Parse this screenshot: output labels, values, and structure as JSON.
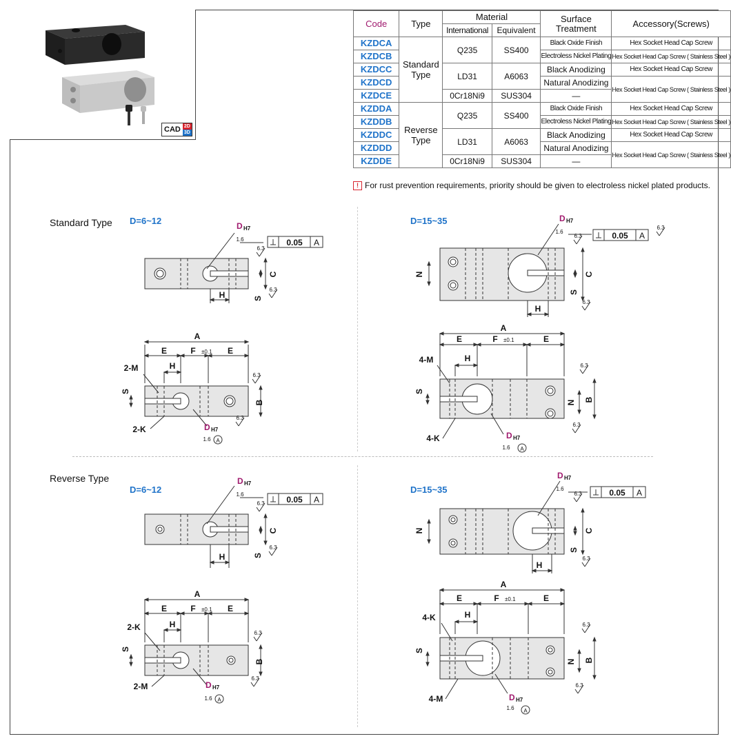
{
  "table": {
    "headers": {
      "code": "Code",
      "type": "Type",
      "material": "Material",
      "international": "International",
      "equivalent": "Equivalent",
      "surface": "Surface Treatment",
      "accessory": "Accessory(Screws)"
    },
    "rows": [
      {
        "code": "KZDCA",
        "surface": "Black Oxide Finish",
        "screw": "Hex Socket Head Cap Screw"
      },
      {
        "code": "KZDCB",
        "surface": "Electroless Nickel Plating",
        "screw": "Hex Socket Head Cap Screw ( Stainless Steel )"
      },
      {
        "code": "KZDCC",
        "surface": "Black Anodizing",
        "screw": "Hex Socket Head Cap Screw"
      },
      {
        "code": "KZDCD",
        "surface": "Natural Anodizing",
        "screw": "Hex Socket Head Cap Screw ( Stainless Steel )"
      },
      {
        "code": "KZDCE",
        "surface": "—",
        "screw": ""
      },
      {
        "code": "KZDDA",
        "surface": "Black Oxide Finish",
        "screw": "Hex Socket Head Cap Screw"
      },
      {
        "code": "KZDDB",
        "surface": "Electroless Nickel Plating",
        "screw": "Hex Socket Head Cap Screw ( Stainless Steel )"
      },
      {
        "code": "KZDDC",
        "surface": "Black Anodizing",
        "screw": "Hex Socket Head Cap Screw"
      },
      {
        "code": "KZDDD",
        "surface": "Natural Anodizing",
        "screw": "Hex Socket Head Cap Screw ( Stainless Steel )"
      },
      {
        "code": "KZDDE",
        "surface": "—",
        "screw": ""
      }
    ],
    "types": {
      "standard": "Standard Type",
      "reverse": "Reverse Type"
    },
    "materials": {
      "q235": "Q235",
      "ss400": "SS400",
      "ld31": "LD31",
      "a6063": "A6063",
      "cr": "0Cr18Ni9",
      "sus": "SUS304"
    }
  },
  "note": "For rust prevention requirements, priority should be given to electroless nickel plated products.",
  "note_icon": "exclamation-icon",
  "cad": {
    "label": "CAD",
    "d2": "2D",
    "d3": "3D"
  },
  "sections": {
    "standard": "Standard Type",
    "reverse": "Reverse Type",
    "range_small": "D=6~12",
    "range_large": "D=15~35"
  },
  "dims": {
    "A": "A",
    "B": "B",
    "C": "C",
    "E": "E",
    "F": "F",
    "F_tol": "±0.1",
    "H": "H",
    "N": "N",
    "S": "S",
    "D": "D",
    "D_tol": "H7",
    "tol_box": "0.05",
    "datum": "A",
    "rough1": "6.3",
    "rough2": "1.6",
    "two_m": "2-M",
    "two_k": "2-K",
    "four_m": "4-M",
    "four_k": "4-K"
  },
  "colors": {
    "code": "#1f73c9",
    "header": "#a01a6e",
    "accent": "#d9232d",
    "part": "#e6e6e6"
  }
}
